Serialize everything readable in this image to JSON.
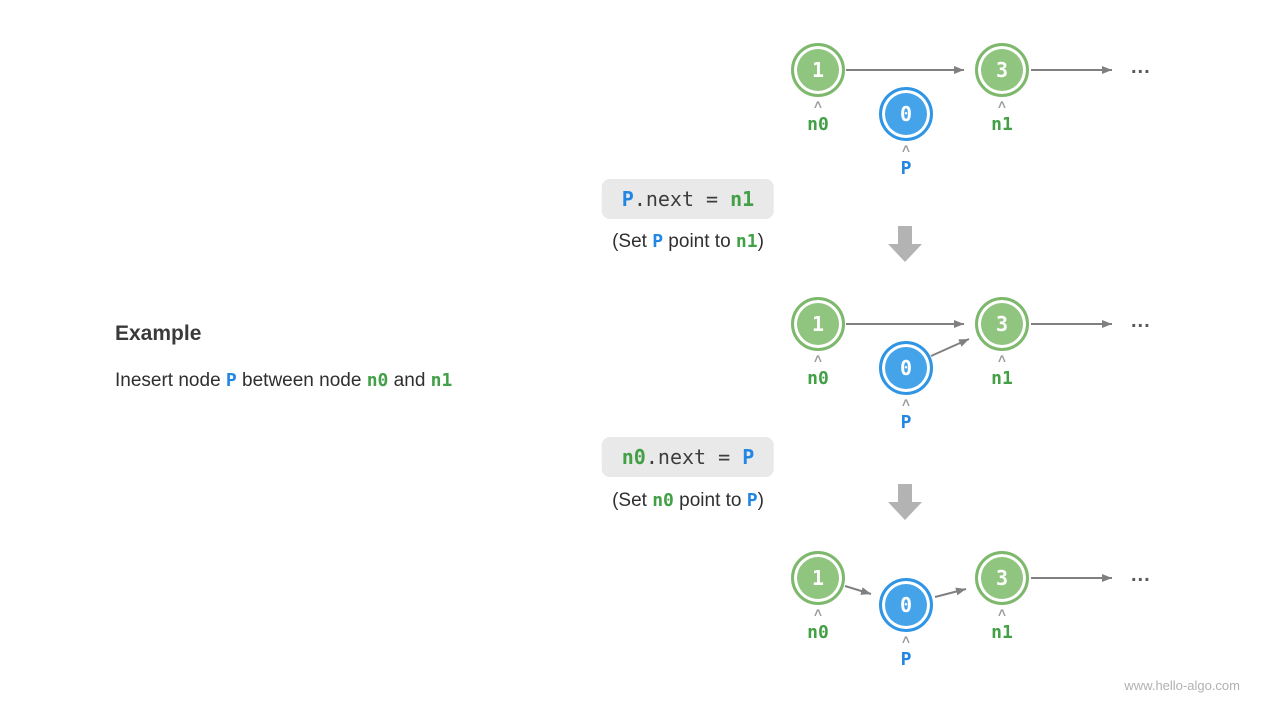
{
  "example": {
    "heading": "Example",
    "desc": {
      "t1": "Inesert node ",
      "p": "P",
      "t2": " between node ",
      "n0": "n0",
      "t3": " and ",
      "n1": "n1"
    }
  },
  "caret": "∧",
  "ellipsis": "...",
  "stages": [
    {
      "nodes": {
        "n0": "1",
        "p": "0",
        "n1": "3"
      },
      "labels": {
        "n0": "n0",
        "p": "P",
        "n1": "n1"
      },
      "code": {
        "a": "P",
        "mid": ".next = ",
        "b": "n1"
      },
      "caption": {
        "t1": "(Set ",
        "a": "P",
        "t2": " point to ",
        "b": "n1",
        "t3": ")"
      }
    },
    {
      "nodes": {
        "n0": "1",
        "p": "0",
        "n1": "3"
      },
      "labels": {
        "n0": "n0",
        "p": "P",
        "n1": "n1"
      },
      "code": {
        "a": "n0",
        "mid": ".next = ",
        "b": "P"
      },
      "caption": {
        "t1": "(Set ",
        "a": "n0",
        "t2": " point to ",
        "b": "P",
        "t3": ")"
      }
    },
    {
      "nodes": {
        "n0": "1",
        "p": "0",
        "n1": "3"
      },
      "labels": {
        "n0": "n0",
        "p": "P",
        "n1": "n1"
      }
    }
  ],
  "colors": {
    "green_text": "#43A047",
    "blue_text": "#2286E3",
    "node_green_fill": "#8FC57E",
    "node_blue_fill": "#45A3EA",
    "arrow_gray": "#808080",
    "flow_arrow_gray": "#B3B3B3",
    "code_box_bg": "#E9E9E9"
  },
  "footer": "www.hello-algo.com"
}
